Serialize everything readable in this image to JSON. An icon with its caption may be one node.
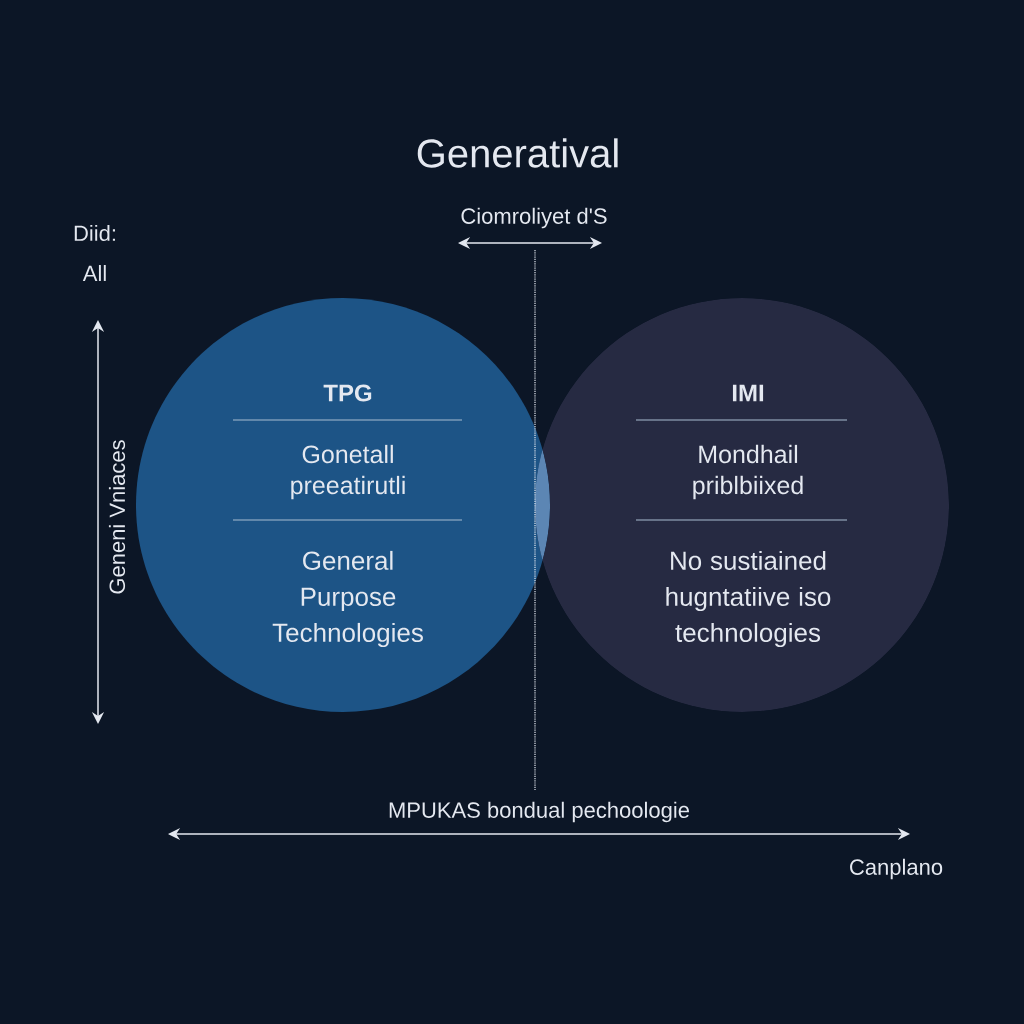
{
  "diagram": {
    "title": "Generatival",
    "nodes": [
      {
        "text": [
          "TPG",
          "Gonetall preeatirutli",
          "General Purpose Technologies"
        ]
      },
      {
        "text": [
          "IMI",
          "Mondhail priblbiixed",
          "No sustiained hugntatiive iso technologies"
        ]
      }
    ],
    "edges": [],
    "labels": [
      "Diid:",
      "All",
      "Ciomroliyet d'S",
      "Geneni Vniaces",
      "MPUKAS bondual pechoologie",
      "Canplano"
    ]
  }
}
